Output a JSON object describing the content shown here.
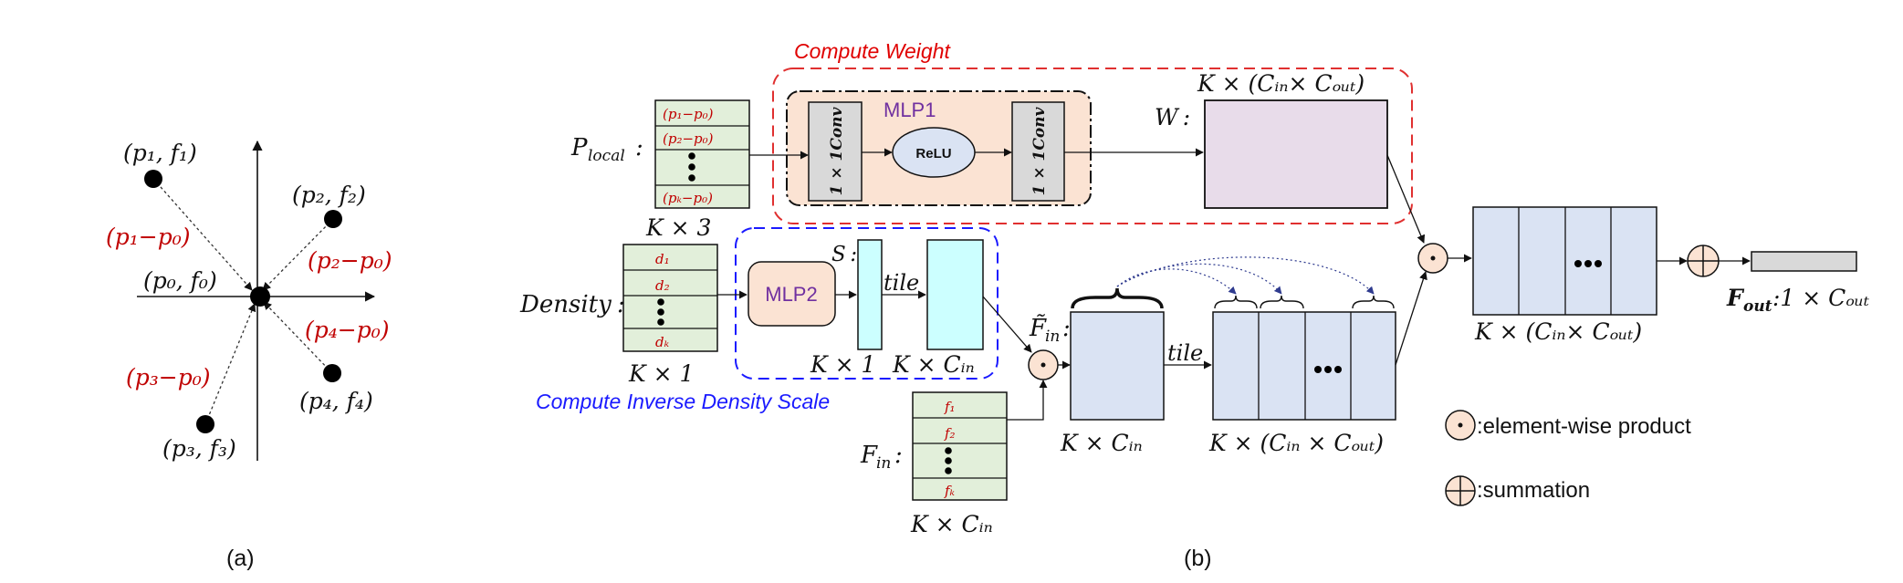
{
  "panel_a": {
    "caption": "(a)",
    "points": {
      "p0": "(p₀, f₀)",
      "p1": "(p₁, f₁)",
      "p2": "(p₂, f₂)",
      "p3": "(p₃, f₃)",
      "p4": "(p₄, f₄)"
    },
    "offsets": {
      "o1": "(p₁−p₀)",
      "o2": "(p₂−p₀)",
      "o3": "(p₃−p₀)",
      "o4": "(p₄−p₀)"
    }
  },
  "panel_b": {
    "caption": "(b)",
    "compute_weight_title": "Compute Weight",
    "compute_density_title": "Compute Inverse Density Scale",
    "p_local_label": "P",
    "p_local_sub": "local",
    "p_local_rows": [
      "(p₁−p₀)",
      "(p₂−p₀)",
      "(pₖ−p₀)"
    ],
    "p_local_dim": "K × 3",
    "mlp1_label": "MLP1",
    "conv_label": "1 × 1Conv",
    "relu_label": "ReLU",
    "w_label": "W :",
    "w_dim": "K × (Cᵢₙ× Cₒᵤₜ)",
    "density_label": "Density",
    "density_rows": [
      "d₁",
      "d₂",
      "dₖ"
    ],
    "density_dim": "K × 1",
    "mlp2_label": "MLP2",
    "s_label": "S :",
    "tile_label": "tile",
    "s_dim": "K × 1",
    "s_tile_dim": "K × Cᵢₙ",
    "fin_label": "F",
    "fin_sub": "in",
    "fin_rows": [
      "f₁",
      "f₂",
      "fₖ"
    ],
    "fin_dim": "K × Cᵢₙ",
    "fin_tilde_label": "F̃",
    "fin_tilde_sub": "in",
    "fin_tilde_dim": "K × Cᵢₙ",
    "tile2_label": "tile",
    "tiled_dim": "K × (Cᵢₙ × Cₒᵤₜ)",
    "product_dim": "K × (Cᵢₙ× Cₒᵤₜ)",
    "fout_label": "F",
    "fout_sub": "out",
    "fout_dim": ":1 × Cₒᵤₜ",
    "legend_product": ":element-wise product",
    "legend_sum": ":summation"
  },
  "colors": {
    "red": "#c00000",
    "blue": "#1a1aff",
    "purple": "#7030a0",
    "weight_box": "#e8dcea",
    "mlp_fill": "#fbe3d3",
    "table_fill": "#e2efda",
    "cyan": "#ccffff",
    "feature_fill": "#dae3f3"
  }
}
